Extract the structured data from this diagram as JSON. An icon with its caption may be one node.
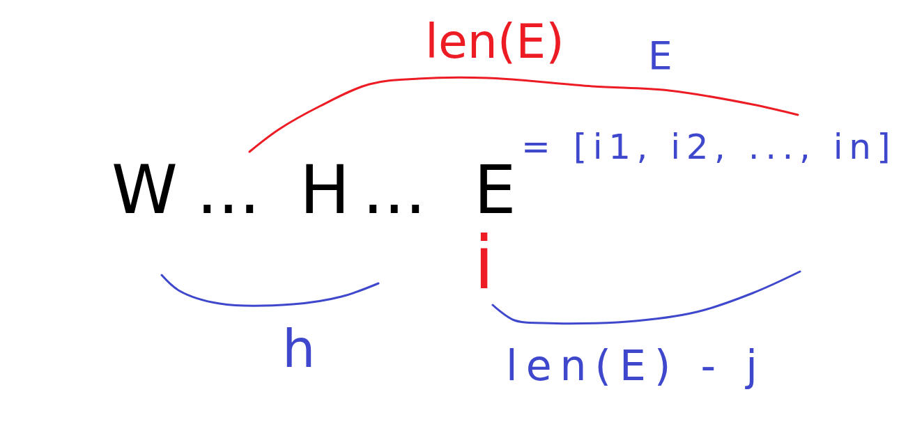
{
  "diagram": {
    "labels": [
      "len(E)",
      "E",
      "= [i1, i2, ..., in]",
      "W",
      "...",
      "H",
      "...",
      "E",
      "i",
      "h",
      "len(E) - j"
    ]
  }
}
